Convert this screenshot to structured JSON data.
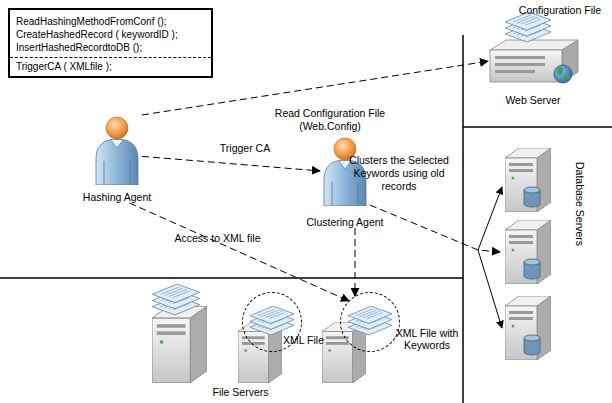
{
  "diagram": {
    "nodes": [
      {
        "text": [
          "ReadHashingMethodFromConf ();",
          "CreateHashedRecord ( keywordID );",
          "InsertHashedRecordtoDB ();",
          "TriggerCA ( XMLfile );"
        ]
      },
      {
        "text": [
          "Configuration File",
          "Web Server"
        ]
      },
      {
        "text": [
          "Hashing Agent"
        ]
      },
      {
        "text": [
          "Clustering Agent"
        ]
      },
      {
        "text": [
          "Database Servers"
        ]
      },
      {
        "text": [
          "XML File"
        ]
      },
      {
        "text": [
          "XML File with Keywords"
        ]
      }
    ],
    "edges": [
      {
        "from": 2,
        "to": 1,
        "label": "Read Configuration File (Web.Config)",
        "arrow": "to"
      },
      {
        "from": 2,
        "to": 3,
        "label": "Trigger CA",
        "arrow": "to"
      },
      {
        "from": 2,
        "to": 6,
        "label": "Access to XML file",
        "arrow": "to"
      },
      {
        "from": 3,
        "to": 6,
        "arrow": "to"
      },
      {
        "from": 3,
        "to": 4,
        "label": "Clusters the Selected Keywords using old records",
        "arrow": "to"
      }
    ],
    "labels": [
      "File Servers"
    ]
  }
}
